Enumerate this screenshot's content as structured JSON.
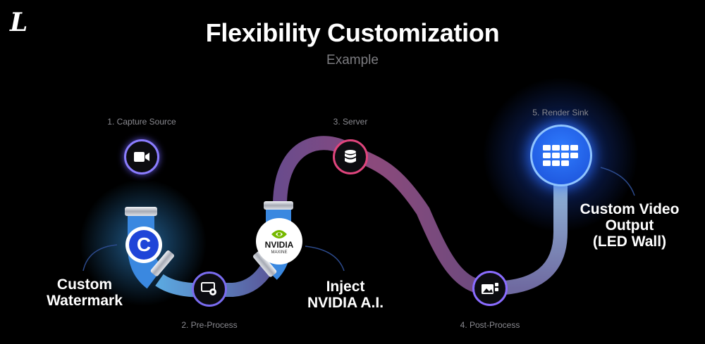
{
  "title": "Flexibility Customization",
  "subtitle": "Example",
  "logo": {
    "text": "L",
    "icon": "brand-logo-icon"
  },
  "steps": [
    {
      "label": "1. Capture Source",
      "icon": "video-camera-icon",
      "color": "#8b7dff"
    },
    {
      "label": "2. Pre-Process",
      "icon": "settings-screen-icon",
      "color": "#7a6cf0"
    },
    {
      "label": "3. Server",
      "icon": "database-icon",
      "color": "#e0457d"
    },
    {
      "label": "4. Post-Process",
      "icon": "images-icon",
      "color": "#8a6cff"
    },
    {
      "label": "5. Render Sink",
      "icon": "led-wall-icon",
      "color": "#3b7bff"
    }
  ],
  "callouts": {
    "watermark": {
      "line1": "Custom",
      "line2": "Watermark"
    },
    "nvidia": {
      "line1": "Inject",
      "line2": "NVIDIA A.I."
    },
    "video": {
      "line1": "Custom Video",
      "line2": "Output",
      "line3": "(LED Wall)"
    }
  },
  "badges": {
    "copyright": {
      "text": "C",
      "color": "#1f45d8"
    },
    "nvidia": {
      "brand": "NVIDIA",
      "product": "MAXINE",
      "color": "#76b900"
    }
  },
  "colors": {
    "pipe_blue": "#5ab4e6",
    "pipe_purple": "#5d3f7a",
    "pipe_pink": "#b9436f"
  }
}
